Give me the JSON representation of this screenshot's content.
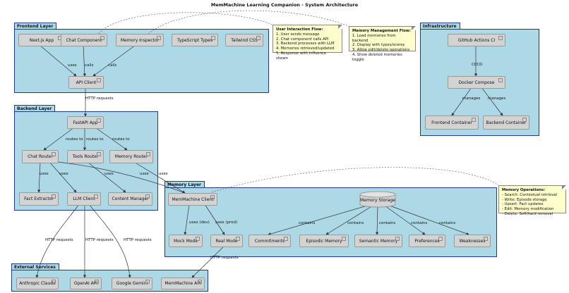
{
  "title": "MemMachine Learning Companion - System Architecture",
  "packages": {
    "frontend": "Frontend Layer",
    "backend": "Backend Layer",
    "memory": "Memory Layer",
    "external": "External Services",
    "infra": "Infrastructure"
  },
  "nodes": {
    "nextjs": "Next.js App",
    "chat_component": "Chat Component",
    "memory_inspector": "Memory Inspector",
    "typescript": "TypeScript Types",
    "tailwind": "Tailwind CSS",
    "api_client": "API Client",
    "fastapi": "FastAPI App",
    "chat_router": "Chat Router",
    "tools_router": "Tools Router",
    "memory_router": "Memory Router",
    "fact_extractor": "Fact Extractor",
    "llm_client": "LLM Client",
    "content_manager": "Content Manager",
    "memmachine_client": "MemMachine Client",
    "memory_storage": "Memory Storage",
    "mock_mode": "Mock Mode",
    "real_mode": "Real Mode",
    "commitments": "Commitments",
    "episodic_memory": "Episodic Memory",
    "semantic_memory": "Semantic Memory",
    "preferences": "Preferences",
    "weaknesses": "Weaknesses",
    "anthropic": "Anthropic Claude",
    "openai": "OpenAI API",
    "gemini": "Google Gemini",
    "memmachine_api": "MemMachine API",
    "github_actions": "GitHub Actions CI",
    "docker_compose": "Docker Compose",
    "frontend_container": "Frontend Container",
    "backend_container": "Backend Container"
  },
  "notes": {
    "user_flow": {
      "title": "User Interaction Flow:",
      "lines": [
        "1. User sends message",
        "2. Chat component calls API",
        "3. Backend processes with LLM",
        "4. Memories retrieved/updated",
        "5. Response with influence shown"
      ]
    },
    "memory_flow": {
      "title": "Memory Management Flow:",
      "lines": [
        "1. Load memories from backend",
        "2. Display with types/scores",
        "3. Allow edit/delete operations",
        "4. Show deleted memories toggle"
      ]
    },
    "memory_ops": {
      "title": "Memory Operations:",
      "lines": [
        "- Search: Contextual retrieval",
        "- Write: Episode storage",
        "- Upsert: Fact updates",
        "- Edit: Memory modification",
        "- Delete: Soft/hard removal"
      ]
    }
  },
  "edge_labels": {
    "uses": "uses",
    "calls": "calls",
    "http_requests": "HTTP requests",
    "routes_to": "routes to",
    "uses_dev": "uses (dev)",
    "uses_prod": "uses (prod)",
    "contains": "contains",
    "ci_cd": "CI/CD",
    "manages": "manages"
  }
}
